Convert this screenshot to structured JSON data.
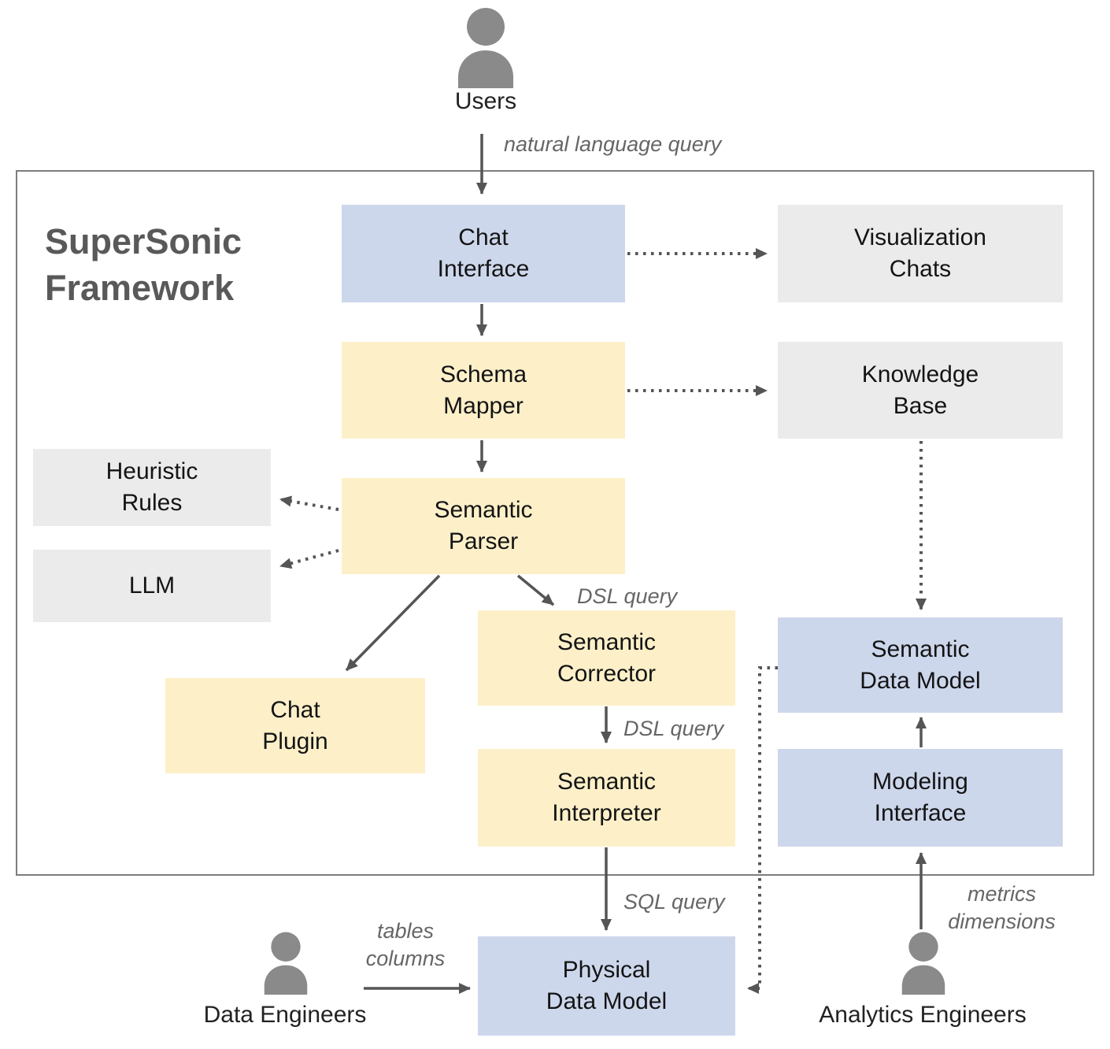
{
  "title": "SuperSonic\nFramework",
  "colors": {
    "node_blue": "#cdd7ec",
    "node_yellow": "#fdf0c9",
    "node_gray": "#ebebeb",
    "arrow": "#555555",
    "frame_border": "#7d7d7d",
    "edge_label_text": "#666666",
    "title_text": "#595959",
    "actor_icon": "#8a8a8a"
  },
  "actors": {
    "users": {
      "label": "Users"
    },
    "data_engineers": {
      "label": "Data Engineers"
    },
    "analytics_engineers": {
      "label": "Analytics Engineers"
    }
  },
  "nodes": {
    "chat_interface": {
      "label": "Chat\nInterface",
      "type": "blue"
    },
    "visualization_chats": {
      "label": "Visualization\nChats",
      "type": "gray"
    },
    "schema_mapper": {
      "label": "Schema\nMapper",
      "type": "yellow"
    },
    "knowledge_base": {
      "label": "Knowledge\nBase",
      "type": "gray"
    },
    "heuristic_rules": {
      "label": "Heuristic\nRules",
      "type": "gray"
    },
    "llm": {
      "label": "LLM",
      "type": "gray"
    },
    "semantic_parser": {
      "label": "Semantic\nParser",
      "type": "yellow"
    },
    "semantic_corrector": {
      "label": "Semantic\nCorrector",
      "type": "yellow"
    },
    "chat_plugin": {
      "label": "Chat\nPlugin",
      "type": "yellow"
    },
    "semantic_interpreter": {
      "label": "Semantic\nInterpreter",
      "type": "yellow"
    },
    "semantic_data_model": {
      "label": "Semantic\nData Model",
      "type": "blue"
    },
    "modeling_interface": {
      "label": "Modeling\nInterface",
      "type": "blue"
    },
    "physical_data_model": {
      "label": "Physical\nData Model",
      "type": "blue"
    }
  },
  "edge_labels": {
    "natural_language_query": "natural language query",
    "dsl_query_parser_to_corrector": "DSL query",
    "dsl_query_corrector_to_interpreter": "DSL query",
    "sql_query": "SQL query",
    "tables_columns": "tables\ncolumns",
    "metrics_dimensions": "metrics\ndimensions"
  },
  "edges": [
    {
      "from": "users",
      "to": "chat_interface",
      "style": "solid",
      "label": "natural language query"
    },
    {
      "from": "chat_interface",
      "to": "visualization_chats",
      "style": "dotted",
      "label": ""
    },
    {
      "from": "chat_interface",
      "to": "schema_mapper",
      "style": "solid",
      "label": ""
    },
    {
      "from": "schema_mapper",
      "to": "knowledge_base",
      "style": "dotted",
      "label": ""
    },
    {
      "from": "schema_mapper",
      "to": "semantic_parser",
      "style": "solid",
      "label": ""
    },
    {
      "from": "semantic_parser",
      "to": "heuristic_rules",
      "style": "dotted",
      "label": ""
    },
    {
      "from": "semantic_parser",
      "to": "llm",
      "style": "dotted",
      "label": ""
    },
    {
      "from": "semantic_parser",
      "to": "chat_plugin",
      "style": "solid",
      "label": ""
    },
    {
      "from": "semantic_parser",
      "to": "semantic_corrector",
      "style": "solid",
      "label": "DSL query"
    },
    {
      "from": "semantic_corrector",
      "to": "semantic_interpreter",
      "style": "solid",
      "label": "DSL query"
    },
    {
      "from": "semantic_interpreter",
      "to": "physical_data_model",
      "style": "solid",
      "label": "SQL query"
    },
    {
      "from": "knowledge_base",
      "to": "semantic_data_model",
      "style": "dotted",
      "label": ""
    },
    {
      "from": "modeling_interface",
      "to": "semantic_data_model",
      "style": "solid",
      "label": ""
    },
    {
      "from": "semantic_data_model",
      "to": "physical_data_model",
      "style": "dotted",
      "label": ""
    },
    {
      "from": "analytics_engineers",
      "to": "modeling_interface",
      "style": "solid",
      "label": "metrics dimensions"
    },
    {
      "from": "data_engineers",
      "to": "physical_data_model",
      "style": "solid",
      "label": "tables columns"
    }
  ]
}
